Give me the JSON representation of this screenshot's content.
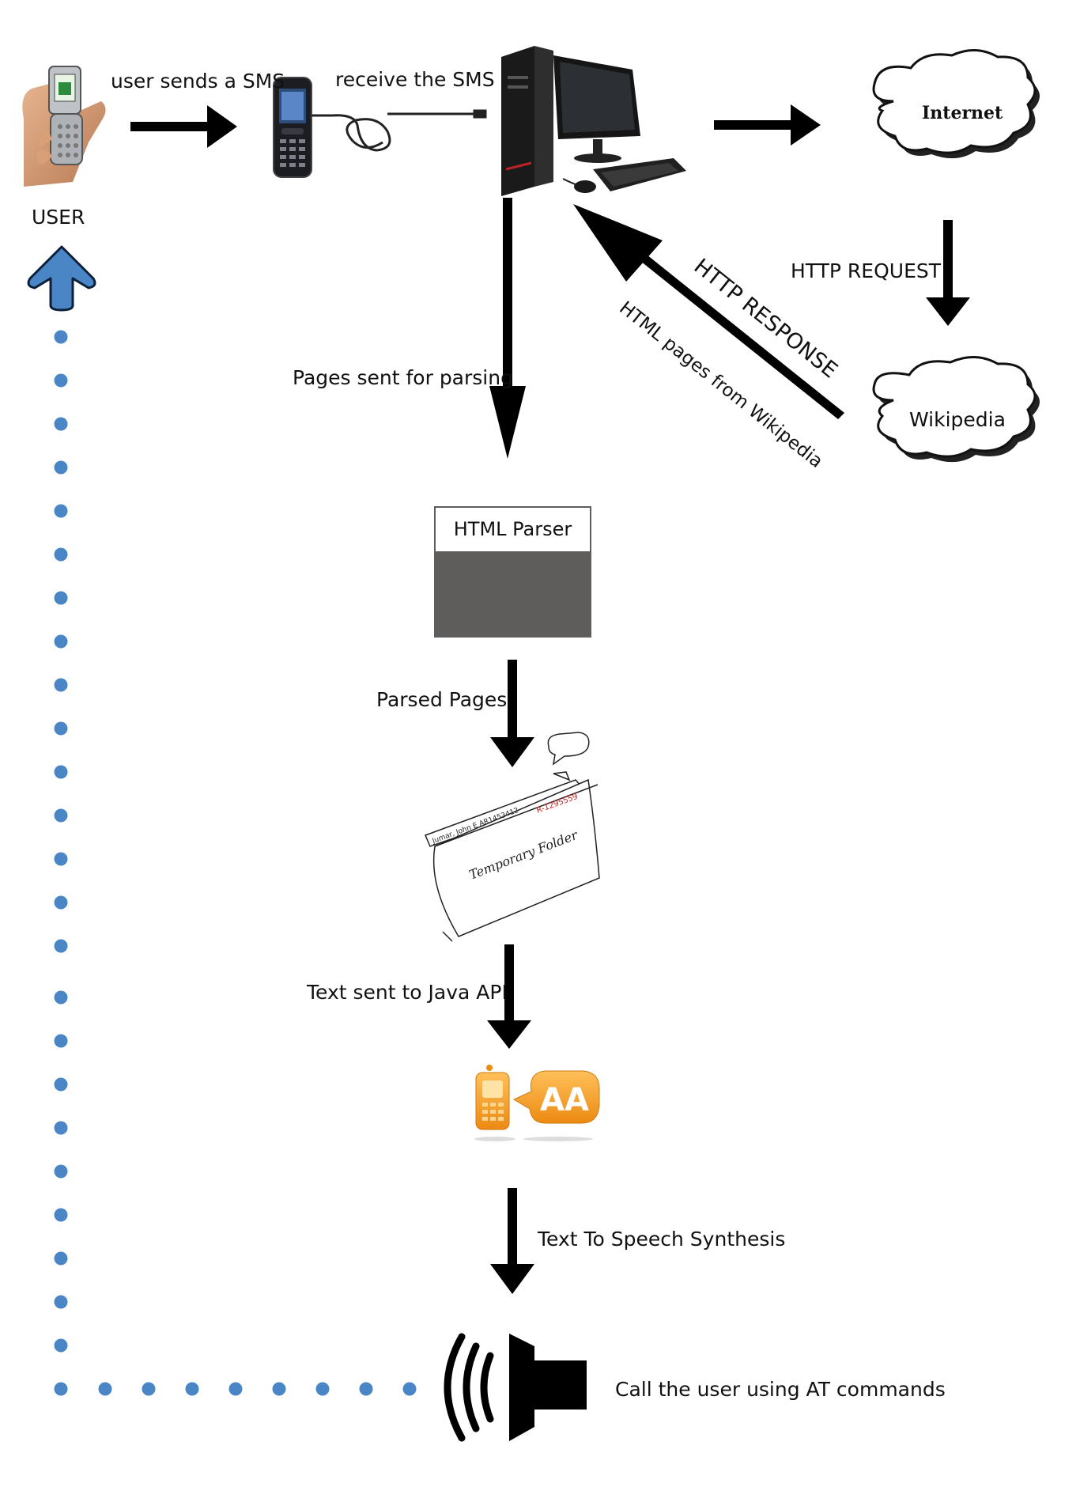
{
  "labels": {
    "user": "USER",
    "user_sends_sms": "user sends a SMS",
    "receive_sms": "receive the SMS",
    "internet": "Internet",
    "http_request": "HTTP REQUEST",
    "http_response": "HTTP RESPONSE",
    "html_pages": "HTML pages from Wikipedia",
    "wikipedia": "Wikipedia",
    "pages_sent": "Pages sent for parsing",
    "html_parser": "HTML Parser",
    "parsed_pages": "Parsed Pages",
    "temporary_folder": "Temporary Folder",
    "folder_tab": "R-1295559",
    "folder_name": "Jumar, John E AR1453412",
    "text_java": "Text sent to Java API",
    "tts": "Text To Speech Synthesis",
    "tts_glyph": "AA",
    "call_user": "Call the user using AT commands"
  },
  "colors": {
    "arrow": "#000000",
    "dots": "#4a86c6",
    "parser_body": "#5f5c5c",
    "tts_orange": "#f5a02a"
  },
  "icons": [
    "hand-phone-icon",
    "mobile-phone-icon",
    "usb-cable-icon",
    "desktop-computer-icon",
    "cloud-icon",
    "folder-sketch-icon",
    "tts-app-icon",
    "speaker-icon",
    "up-arrow-icon"
  ]
}
